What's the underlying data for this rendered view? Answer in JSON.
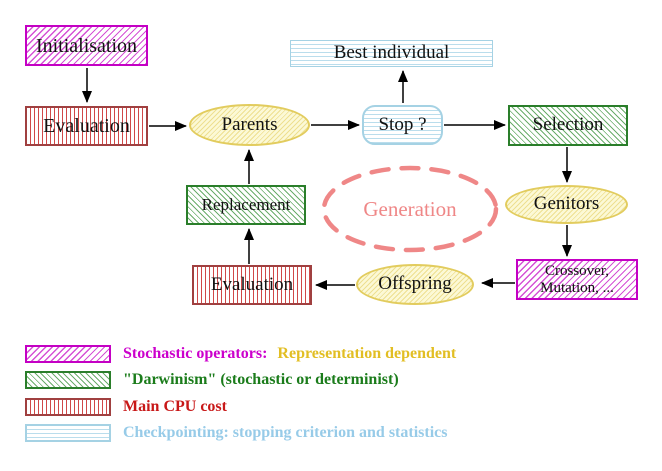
{
  "nodes": {
    "initialisation": "Initialisation",
    "evaluation_top": "Evaluation",
    "parents": "Parents",
    "best_individual": "Best individual",
    "stop": "Stop ?",
    "selection": "Selection",
    "replacement": "Replacement",
    "generation": "Generation",
    "genitors": "Genitors",
    "evaluation_bottom": "Evaluation",
    "offspring": "Offspring",
    "crossover_line1": "Crossover,",
    "crossover_line2": "Mutation, ..."
  },
  "edges": [
    {
      "from": "initialisation",
      "to": "evaluation_top"
    },
    {
      "from": "evaluation_top",
      "to": "parents"
    },
    {
      "from": "parents",
      "to": "stop"
    },
    {
      "from": "stop",
      "to": "best_individual"
    },
    {
      "from": "stop",
      "to": "selection"
    },
    {
      "from": "selection",
      "to": "genitors"
    },
    {
      "from": "genitors",
      "to": "crossover"
    },
    {
      "from": "crossover",
      "to": "offspring"
    },
    {
      "from": "offspring",
      "to": "evaluation_bottom"
    },
    {
      "from": "evaluation_bottom",
      "to": "replacement"
    },
    {
      "from": "replacement",
      "to": "parents"
    }
  ],
  "legend": {
    "rows": [
      {
        "swatch": "magenta-diagonal-hatch",
        "text": "Stochastic operators:",
        "text2": "Representation dependent"
      },
      {
        "swatch": "green-diagonal-hatch",
        "text": "\"Darwinism\" (stochastic or determinist)",
        "text2": ""
      },
      {
        "swatch": "red-vertical-stripes",
        "text": "Main CPU cost",
        "text2": ""
      },
      {
        "swatch": "cyan-horizontal-stripes",
        "text": "Checkpointing: stopping criterion and statistics",
        "text2": ""
      }
    ]
  },
  "colors": {
    "magenta": "#CC00CC",
    "green_border": "#2A7E2A",
    "red_border": "#A04040",
    "red_stripe": "#D04848",
    "cyan": "#A5D2E4",
    "yellow_border": "#E2CC5E",
    "yellow_fill": "#FCF9D6",
    "salmon": "#EF8787",
    "gold_text": "#E2BE23",
    "green_text": "#1B7C1B",
    "red_text": "#C81818",
    "cyan_text": "#97CBE8",
    "arrow": "#000000"
  }
}
